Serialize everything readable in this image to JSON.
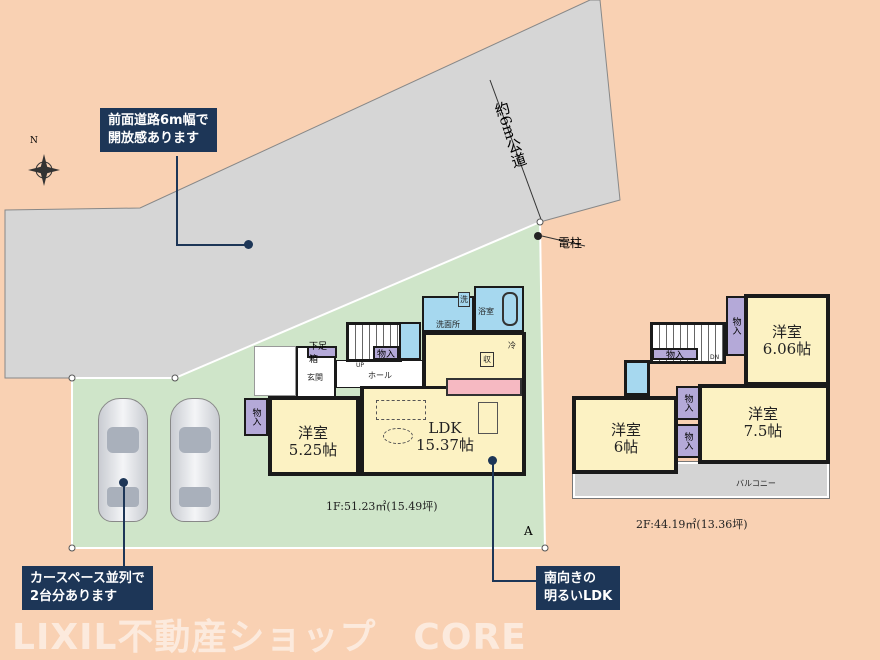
{
  "site": {
    "road_label": "約6m公道",
    "pole_label": "電柱",
    "lot_marker": "A",
    "compass": "N"
  },
  "callouts": {
    "road": [
      "前面道路6m幅で",
      "開放感あります"
    ],
    "parking": [
      "カースペース並列で",
      "2台分あります"
    ],
    "ldk": [
      "南向きの",
      "明るいLDK"
    ]
  },
  "floor1": {
    "area": "1F:51.23㎡(15.49坪)",
    "rooms": {
      "western": [
        "洋室",
        "5.25帖"
      ],
      "ldk": [
        "LDK",
        "15.37帖"
      ],
      "entrance": "玄関",
      "shoe": "下足箱",
      "hall": "ホール",
      "up": "UP",
      "storage": "物入",
      "storage2": "物入",
      "washroom": "洗面所",
      "bath": "浴室",
      "wash": "洗",
      "fridge": "冷",
      "pantry": "収"
    }
  },
  "floor2": {
    "area": "2F:44.19㎡(13.36坪)",
    "rooms": {
      "r1": [
        "洋室",
        "6.06帖"
      ],
      "r2": [
        "洋室",
        "7.5帖"
      ],
      "r3": [
        "洋室",
        "6帖"
      ],
      "storage": "物入",
      "dn": "DN",
      "balcony": "バルコニー"
    }
  },
  "watermark": "LIXIL不動産ショップ　CORE",
  "colors": {
    "road": "#d6d6d6",
    "lot": "#cfe5c9",
    "room": "#fcf2c3",
    "wet": "#a6d8ef",
    "storage": "#b4a9d8",
    "callout": "#1d3657",
    "background": "#f9d1b3"
  }
}
